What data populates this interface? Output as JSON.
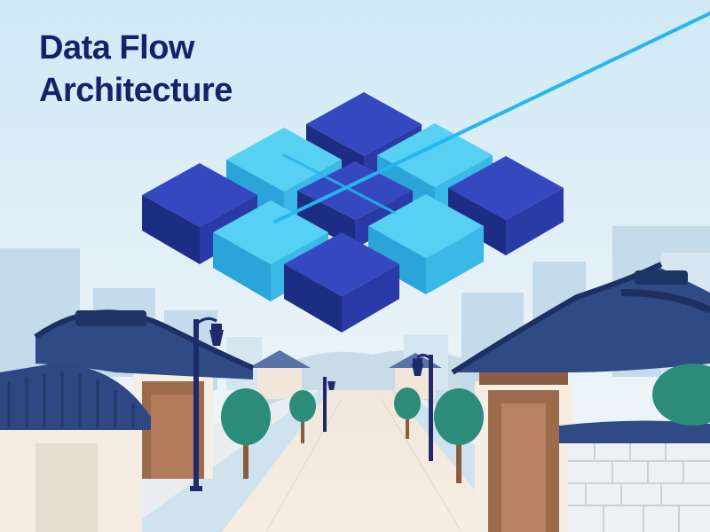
{
  "title": {
    "line1": "Data Flow",
    "line2": "Architecture"
  },
  "colors": {
    "title": "#17206b",
    "sky_top": "#cfe9f6",
    "sky_bottom": "#f4f7f8",
    "block_dark": "#2c3fb0",
    "block_light": "#3ec3ec",
    "beam": "#26b6ee",
    "roof": "#2f4a84",
    "wall": "#f4ebe1",
    "wood": "#9c6b4c",
    "tree": "#2a8c79",
    "lamp": "#1f2a6b"
  },
  "icons": [
    "isometric-block-grid",
    "data-beam",
    "hanok-house",
    "street-lamp",
    "tree",
    "stone-wall"
  ]
}
